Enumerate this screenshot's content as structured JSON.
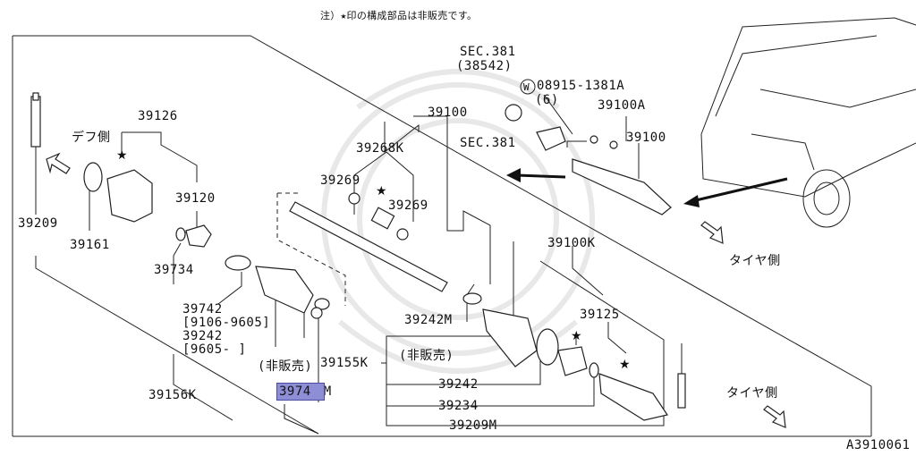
{
  "header_note": "注）★印の構成部品は非販売です。",
  "diagram_id": "A3910061",
  "sides": {
    "diff": "デフ側",
    "tire_top": "タイヤ側",
    "tire_bottom": "タイヤ側"
  },
  "labels": {
    "sec381_a": "SEC.381",
    "sec381_a_sub": "(38542)",
    "washer_code": "08915-1381A",
    "washer_qty": "(6)",
    "sec381_b": "SEC.381",
    "p39100a": "39100A",
    "p39100_top": "39100",
    "p39100_right": "39100",
    "p39126": "39126",
    "p39120": "39120",
    "p39209": "39209",
    "p39161": "39161",
    "p39734": "39734",
    "p39268k": "39268K",
    "p39269_left": "39269",
    "p39269_right": "39269",
    "p39742_line1": "39742",
    "p39742_line2": "[9106-9605]",
    "p39242_line1": "39242",
    "p39242_line2": "[9605-    ]",
    "not_sold_left": "(非販売)",
    "p39742m_prefix": "3974",
    "p39742m_suffix": "M",
    "p39156k": "39156K",
    "p39242m": "39242M",
    "p39155k": "39155K",
    "not_sold_right": "(非販売)",
    "p39242_bottom": "39242",
    "p39234": "39234",
    "p39209m": "39209M",
    "p39100k": "39100K",
    "p39125": "39125",
    "washer_symbol": "W"
  }
}
